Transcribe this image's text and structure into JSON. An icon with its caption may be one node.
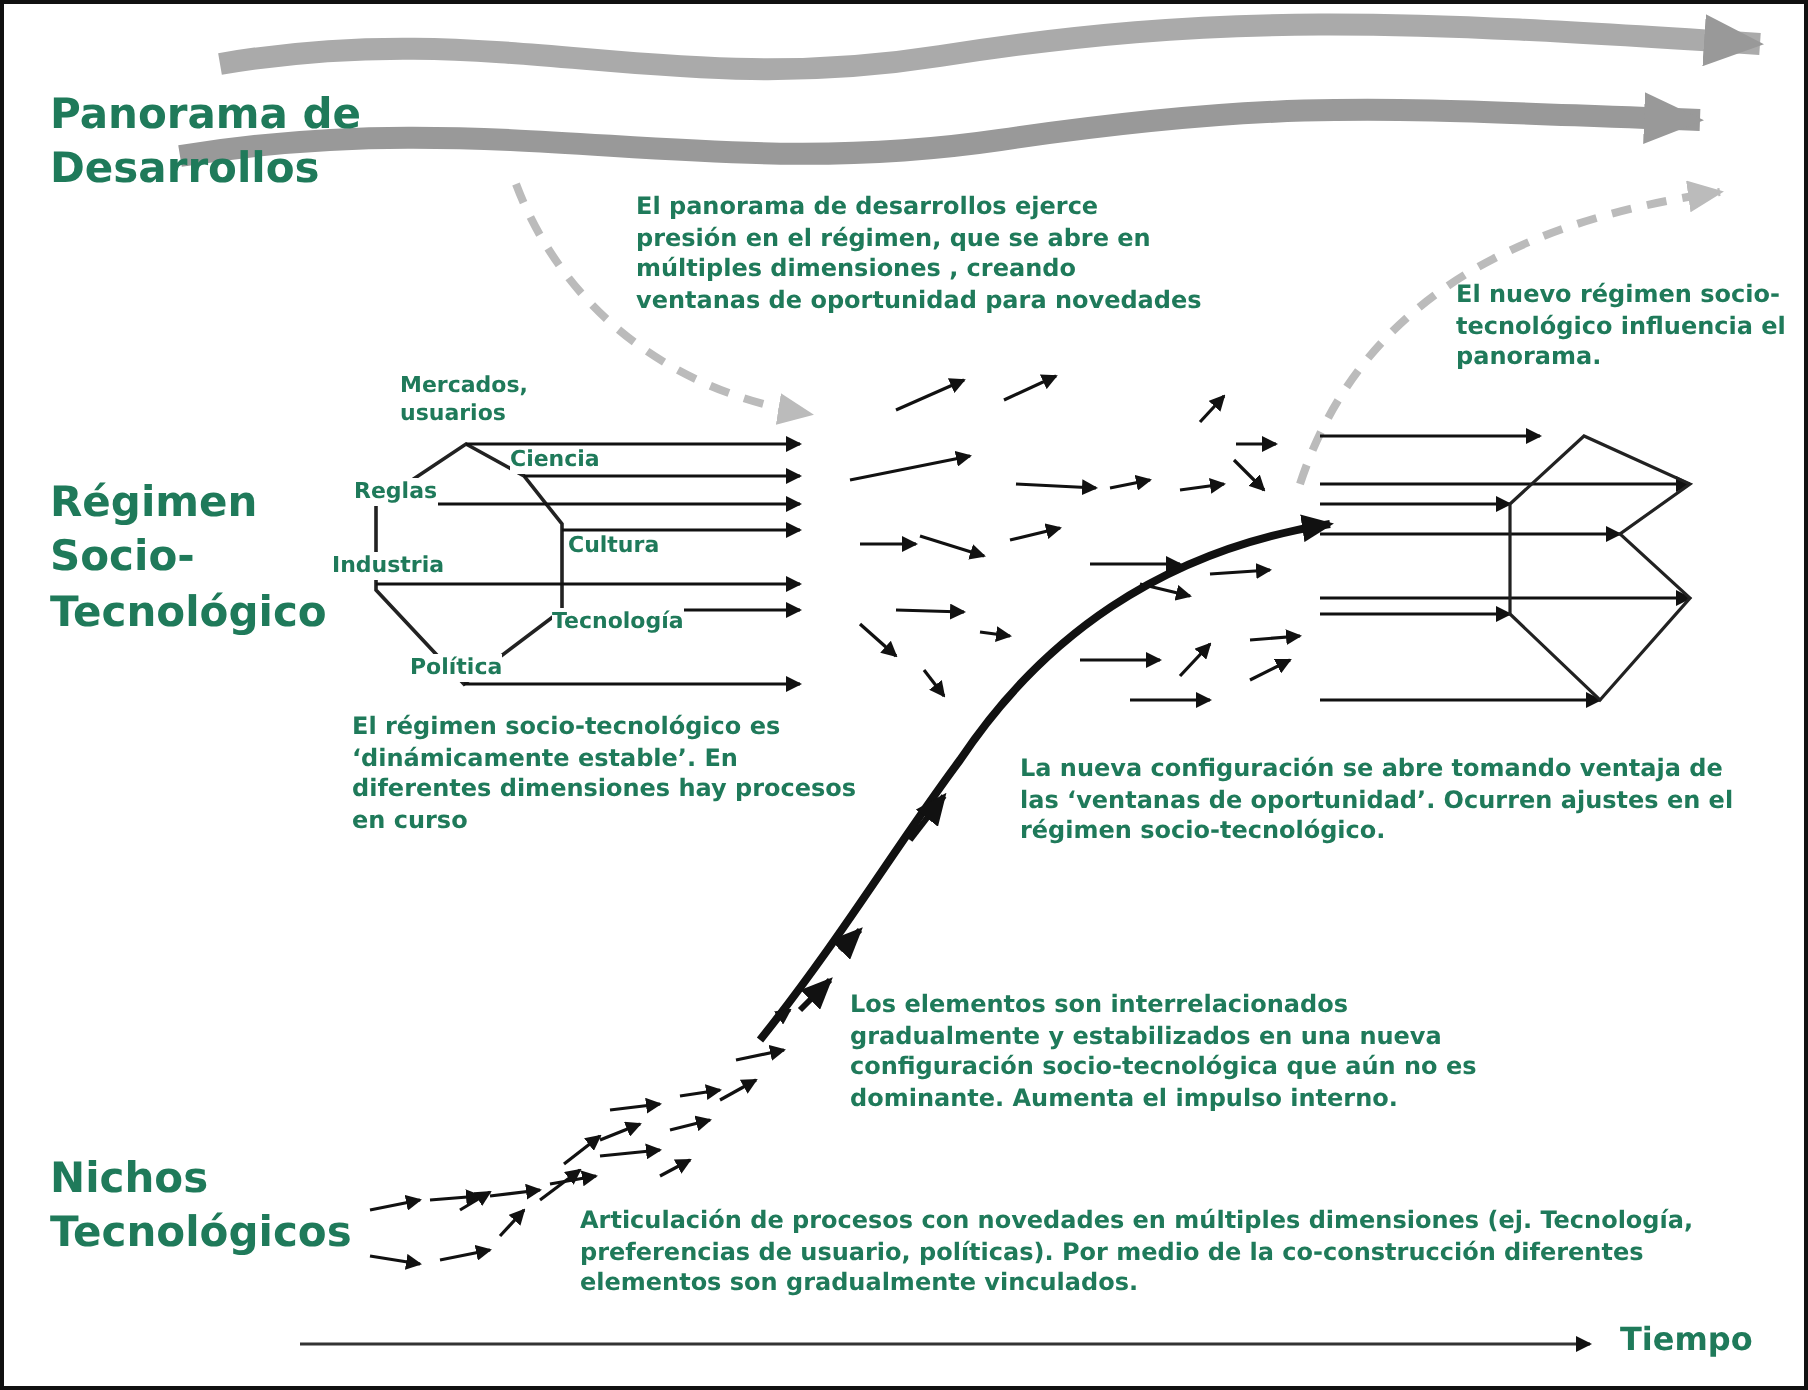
{
  "diagram": {
    "labels": [
      "Panorama de Desarrollos",
      "El panorama de desarrollos ejerce presión en el régimen, que se abre en múltiples dimensiones , creando ventanas de oportunidad para novedades",
      "El nuevo régimen socio-tecnológico influencia el panorama.",
      "Mercados, usuarios",
      "Régimen Socio-Tecnológico",
      "Ciencia",
      "Reglas",
      "Cultura",
      "Industria",
      "Tecnología",
      "Política",
      "El régimen socio-tecnológico es ‘dinámicamente estable’. En diferentes dimensiones hay procesos en curso",
      "La nueva configuración se abre tomando ventaja de las ‘ventanas de oportunidad’. Ocurren ajustes en el régimen socio-tecnológico.",
      "Los elementos son interrelacionados gradualmente y estabilizados en una nueva configuración socio-tecnológica que aún no es dominante. Aumenta el impulso interno.",
      "Nichos Tecnológicos",
      "Articulación de procesos con novedades en múltiples dimensiones (ej. Tecnología, preferencias de usuario, políticas). Por medio de la co-construcción diferentes elementos son gradualmente vinculados.",
      "Tiempo"
    ]
  }
}
